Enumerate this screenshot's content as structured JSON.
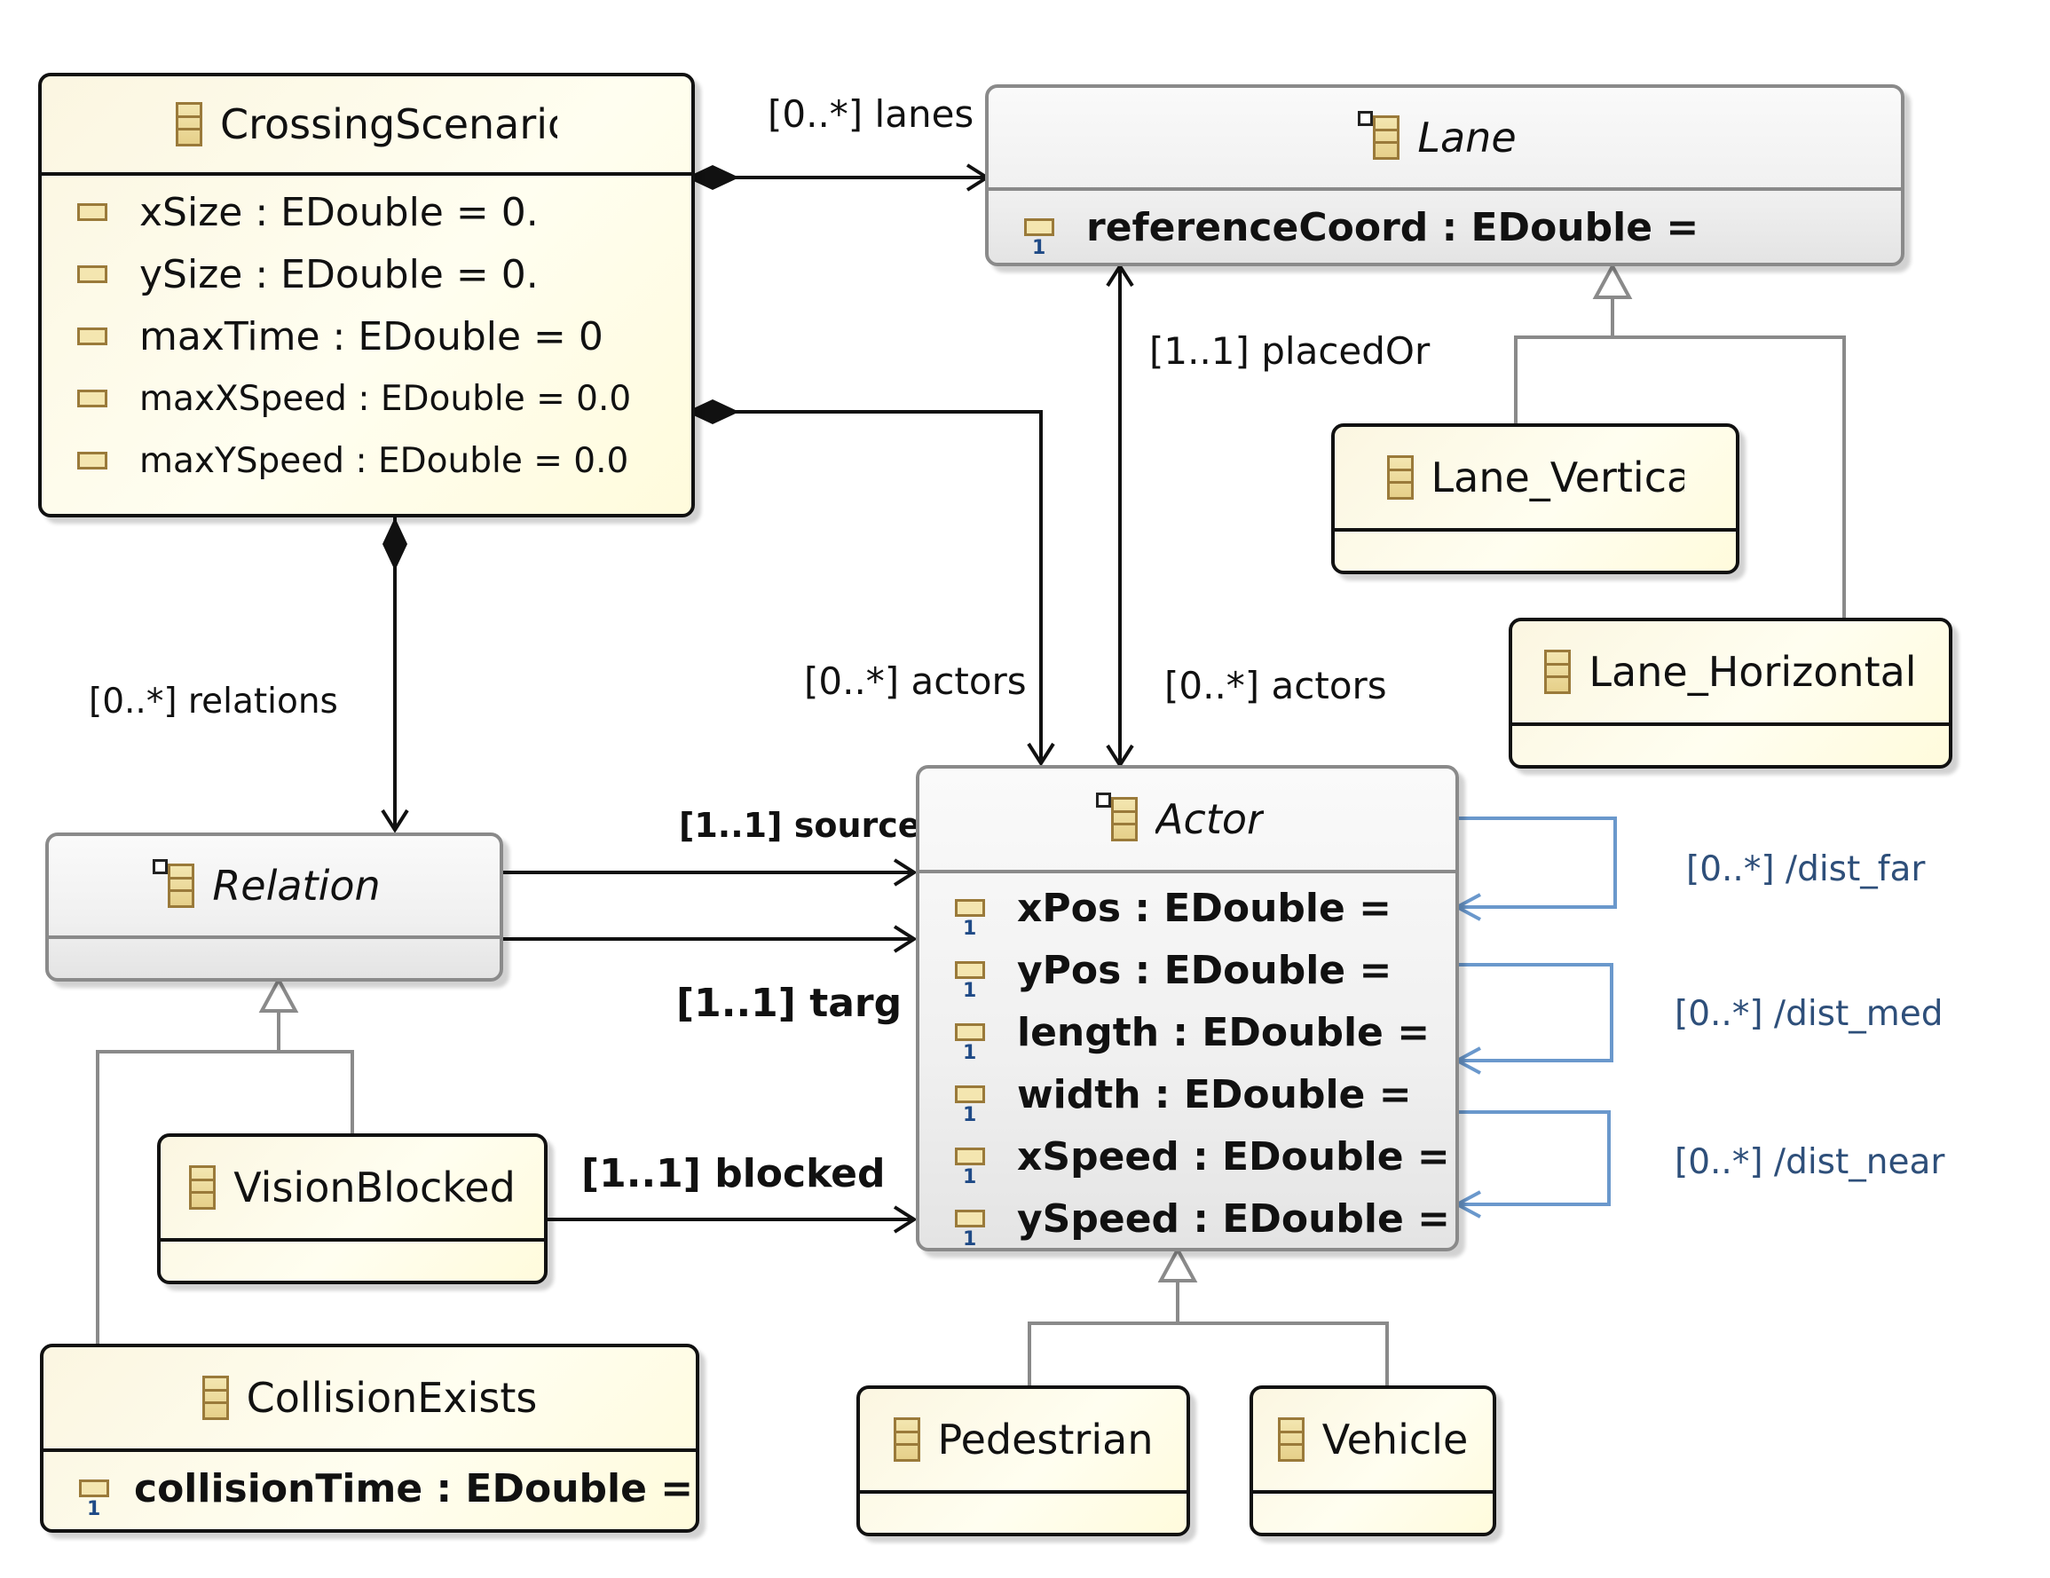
{
  "classes": {
    "crossing": {
      "name": "CrossingScenario",
      "attributes": [
        "xSize : EDouble = 0.",
        "ySize : EDouble = 0.",
        "maxTime : EDouble = 0",
        "maxXSpeed : EDouble = 0.0",
        "maxYSpeed : EDouble = 0.0"
      ]
    },
    "lane": {
      "name": "Lane",
      "attributes": [
        "referenceCoord : EDouble ="
      ]
    },
    "lane_vertical": {
      "name": "Lane_Vertica"
    },
    "lane_horizontal": {
      "name": "Lane_Horizontal"
    },
    "relation": {
      "name": "Relation"
    },
    "actor": {
      "name": "Actor",
      "attributes": [
        "xPos : EDouble =",
        "yPos : EDouble =",
        "length : EDouble =",
        "width : EDouble =",
        "xSpeed : EDouble =",
        "ySpeed : EDouble ="
      ]
    },
    "vision_blocked": {
      "name": "VisionBlocked"
    },
    "collision_exists": {
      "name": "CollisionExists",
      "attributes": [
        "collisionTime : EDouble ="
      ]
    },
    "pedestrian": {
      "name": "Pedestrian"
    },
    "vehicle": {
      "name": "Vehicle"
    }
  },
  "edges": {
    "lanes": "[0..*] lanes",
    "placed_on": "[1..1] placedOr",
    "actors_from_scenario": "[0..*] actors",
    "actors_from_lane": "[0..*] actors",
    "relations": "[0..*] relations",
    "source": "[1..1] source",
    "target": "[1..1] targ",
    "blocked": "[1..1] blocked",
    "dist_far": "[0..*] /dist_far",
    "dist_med": "[0..*] /dist_med",
    "dist_near": "[0..*] /dist_near"
  },
  "colors": {
    "derived_edge": "#6a98cc",
    "derived_text": "#2e4f7a",
    "generalization": "#8a8a8a"
  }
}
